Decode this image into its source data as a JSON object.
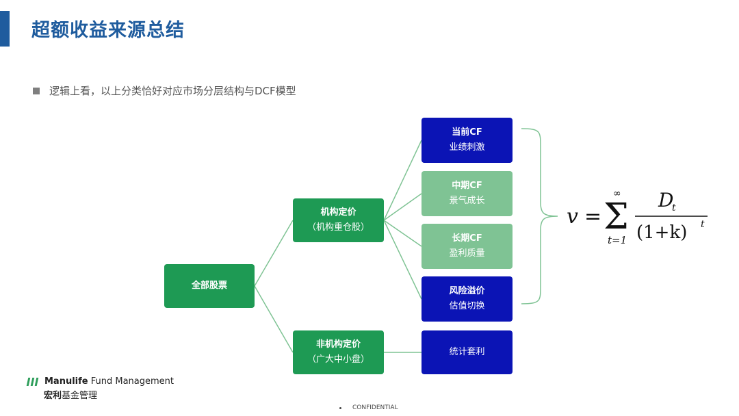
{
  "header": {
    "title": "超额收益来源总结"
  },
  "bullet": {
    "text": "逻辑上看，以上分类恰好对应市场分层结构与DCF模型"
  },
  "diagram": {
    "root": {
      "label": "全部股票"
    },
    "institutional": {
      "title": "机构定价",
      "subtitle": "（机构重仓股）"
    },
    "non_institutional": {
      "title": "非机构定价",
      "subtitle": "（广大中小盘）"
    },
    "leaves": [
      {
        "title": "当前CF",
        "subtitle": "业绩刺激",
        "color": "#0b14b5"
      },
      {
        "title": "中期CF",
        "subtitle": "景气成长",
        "color": "#7fc394"
      },
      {
        "title": "长期CF",
        "subtitle": "盈利质量",
        "color": "#7fc394"
      },
      {
        "title": "风险溢价",
        "subtitle": "估值切换",
        "color": "#0b14b5"
      }
    ],
    "stat_arb": {
      "label": "统计套利"
    },
    "colors": {
      "dark_green": "#1e9a54",
      "light_green": "#7fc394",
      "blue": "#0b14b5"
    }
  },
  "formula": {
    "lhs": "v",
    "equals": "=",
    "sum_upper": "∞",
    "sum_lower": "t=1",
    "numerator": "D",
    "numerator_sub": "t",
    "denominator": "(1+k)",
    "denominator_sup": "t"
  },
  "logo": {
    "en_bold": "Manulife",
    "en_rest": " Fund Management",
    "cn_bold": "宏利",
    "cn_rest": "基金管理"
  },
  "footer": {
    "label": "CONFIDENTIAL"
  }
}
